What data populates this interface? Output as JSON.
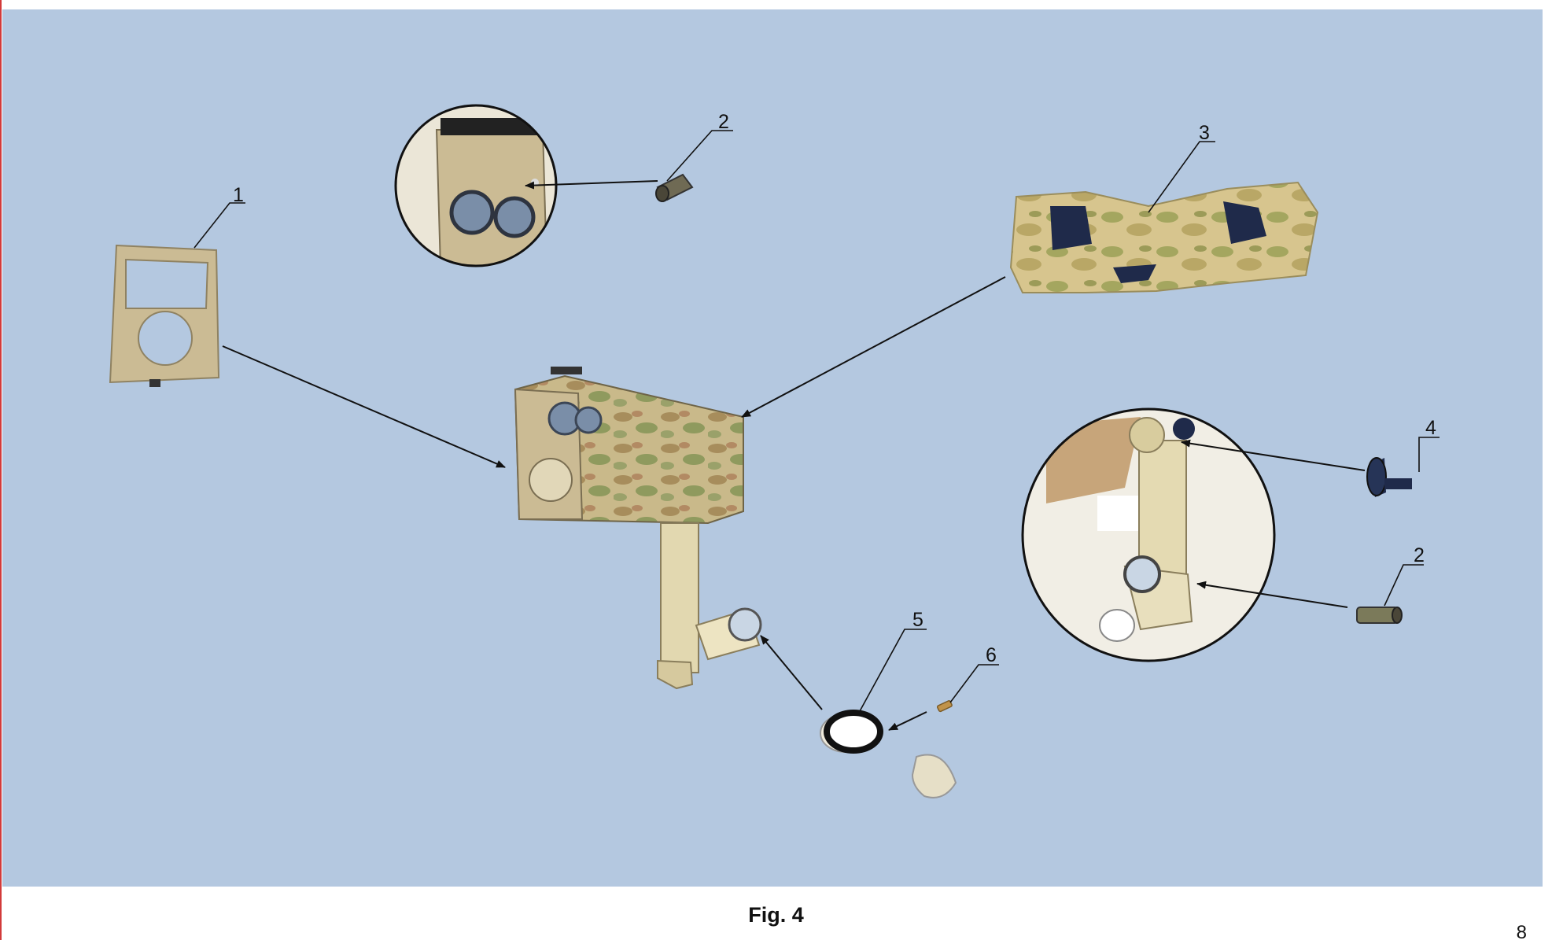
{
  "figure": {
    "caption": "Fig. 4",
    "page_number": "8",
    "callouts": [
      "1",
      "2",
      "3",
      "4",
      "2",
      "5",
      "6"
    ]
  }
}
